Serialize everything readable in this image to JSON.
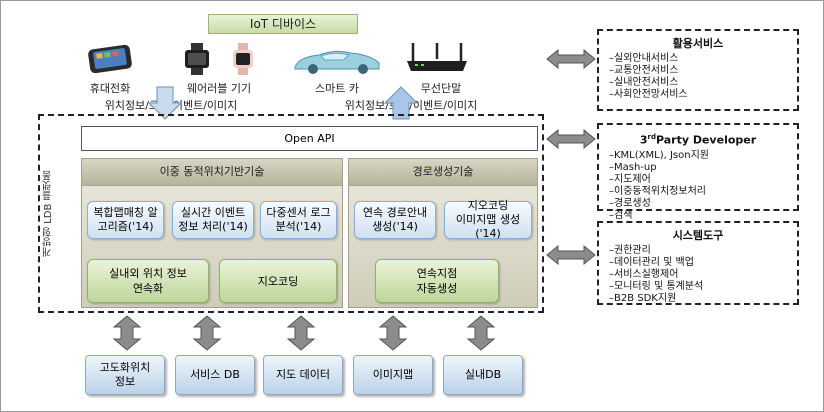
{
  "iot": {
    "title": "IoT 디바이스",
    "devices": [
      {
        "label": "휴대전화",
        "icon": "smartphone-icon"
      },
      {
        "label": "웨어러블 기기",
        "icon": "smartwatch-icon"
      },
      {
        "label": "스마트 카",
        "icon": "car-icon"
      },
      {
        "label": "무선단말",
        "icon": "router-icon"
      }
    ],
    "flow_label_left": "위치정보/로그/이벤트/이미지",
    "flow_label_right": "위치정보/로그/이벤트/이미지"
  },
  "platform": {
    "vertical_label": "개방형 LDB 플랫폼",
    "open_api": "Open API",
    "dynamic_panel": {
      "title": "이중 동적위치기반기술",
      "modules": [
        "복합맵매칭 알\n고리즘('14)",
        "실시간 이벤트\n정보 처리('14)",
        "다중센서 로그\n분석('14)"
      ],
      "green_modules": [
        "실내외 위치 정보\n연속화",
        "지오코딩"
      ]
    },
    "route_panel": {
      "title": "경로생성기술",
      "modules": [
        "연속 경로안내\n생성('14)",
        "지오코딩\n이미지맵 생성\n('14)"
      ],
      "green_modules": [
        "연속지점\n자동생성"
      ]
    }
  },
  "stores": [
    "고도화위치\n정보",
    "서비스 DB",
    "지도 데이터",
    "이미지맵",
    "실내DB"
  ],
  "right_boxes": [
    {
      "title": "활용서비스",
      "items": [
        "–실외안내서비스",
        "–교통안전서비스",
        "–실내안전서비스",
        "–사회안전망서비스"
      ]
    },
    {
      "title_prefix": "3",
      "title_sup": "rd",
      "title_rest": "Party Developer",
      "items": [
        "–KML(XML), Json지원",
        "–Mash-up",
        "–지도제어",
        "–이중동적위치정보처리",
        "–경로생성",
        "–검색"
      ]
    },
    {
      "title": "시스템도구",
      "items": [
        "–권한관리",
        "–데이터관리 및 백업",
        "–서비스실행제어",
        "–모니터링 및 통계분석",
        "–B2B SDK지원"
      ]
    }
  ],
  "colors": {
    "blue_box": "#cfe0f1",
    "green_box": "#bcd79a",
    "panel": "#cfcdb9",
    "arrow": "#8c8c8c",
    "up_arrow": "#a9c6e6"
  }
}
